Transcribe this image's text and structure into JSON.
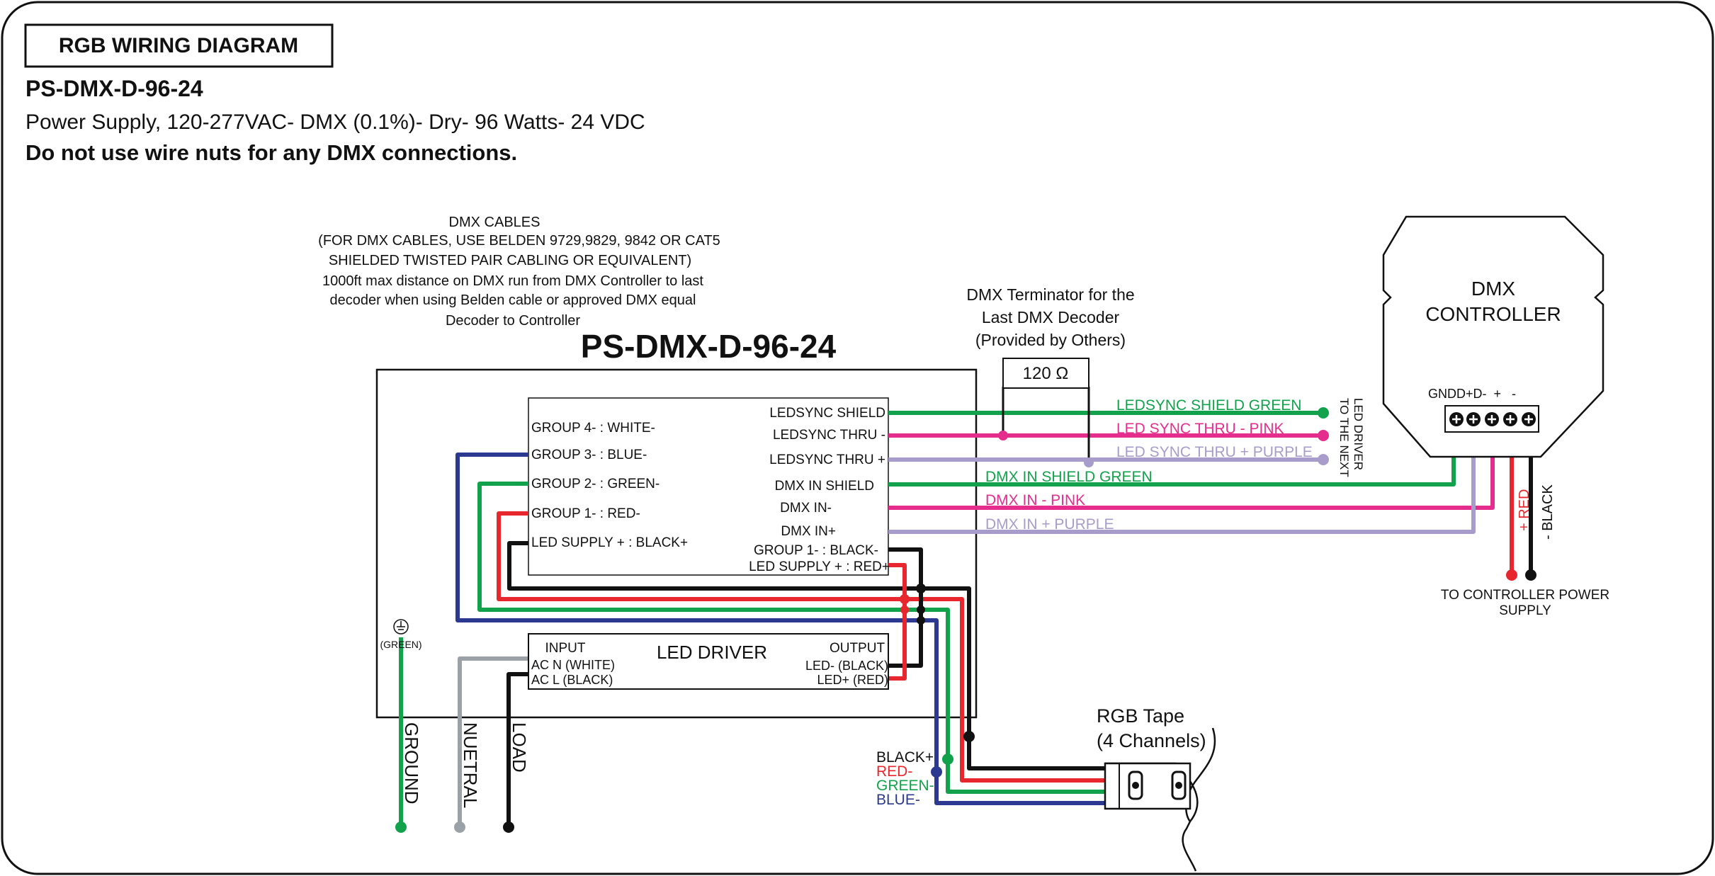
{
  "header": {
    "title_box": "RGB WIRING DIAGRAM",
    "model": "PS-DMX-D-96-24",
    "description": "Power Supply, 120-277VAC- DMX (0.1%)- Dry- 96 Watts- 24 VDC",
    "warning": "Do not use wire nuts for any DMX connections."
  },
  "cables_note": {
    "line1": "DMX CABLES",
    "line2": "(FOR DMX CABLES, USE BELDEN 9729,9829, 9842 OR CAT5",
    "line3": "SHIELDED TWISTED PAIR CABLING OR EQUIVALENT)",
    "line4": "1000ft max distance on DMX run from DMX Controller to last",
    "line5": "decoder when using Belden cable or approved DMX equal",
    "line6": "Decoder to Controller"
  },
  "decoder": {
    "title": "PS-DMX-D-96-24",
    "left_terminals": [
      "GROUP 4- : WHITE-",
      "GROUP 3- : BLUE-",
      "GROUP 2- : GREEN-",
      "GROUP 1- : RED-",
      "LED SUPPLY + : BLACK+"
    ],
    "right_terminals": [
      "LEDSYNC SHIELD",
      "LEDSYNC THRU -",
      "LEDSYNC THRU +",
      "DMX IN SHIELD",
      "DMX IN-",
      "DMX IN+",
      "GROUP 1- : BLACK-",
      "LED SUPPLY + : RED+"
    ],
    "ground_symbol_label": "(GREEN)"
  },
  "led_driver": {
    "title": "LED DRIVER",
    "input_header": "INPUT",
    "input_n": "AC N (WHITE)",
    "input_l": "AC L (BLACK)",
    "output_header": "OUTPUT",
    "output_neg": "LED- (BLACK)",
    "output_pos": "LED+ (RED)"
  },
  "mains": {
    "ground": "GROUND",
    "neutral": "NUETRAL",
    "load": "LOAD"
  },
  "terminator": {
    "line1": "DMX Terminator for the",
    "line2": "Last DMX Decoder",
    "line3": "(Provided by Others)",
    "value": "120 Ω"
  },
  "wires": {
    "ledsync_shield": "LEDSYNC SHIELD GREEN",
    "ledsync_thru_neg": "LED SYNC THRU - PINK",
    "ledsync_thru_pos": "LED SYNC THRU + PURPLE",
    "dmx_in_shield": "DMX IN SHIELD GREEN",
    "dmx_in_neg": "DMX IN - PINK",
    "dmx_in_pos": "DMX IN + PURPLE",
    "to_next_line1": "TO THE NEXT",
    "to_next_line2": "LED DRIVER"
  },
  "controller": {
    "line1": "DMX",
    "line2": "CONTROLLER",
    "terminals": "GNDD+D-  +   -",
    "red_label": "+ RED",
    "black_label": "- BLACK",
    "power_line1": "TO CONTROLLER POWER",
    "power_line2": "SUPPLY"
  },
  "tape": {
    "line1": "RGB Tape",
    "line2": "(4 Channels)",
    "black": "BLACK+",
    "red": "RED-",
    "green": "GREEN-",
    "blue": "BLUE-"
  },
  "colors": {
    "green": "#12a24b",
    "pink": "#e42d8d",
    "purple": "#a89ccb",
    "blue": "#2b3990",
    "red": "#e8262e",
    "black": "#111111",
    "gray": "#9aa2a8"
  }
}
